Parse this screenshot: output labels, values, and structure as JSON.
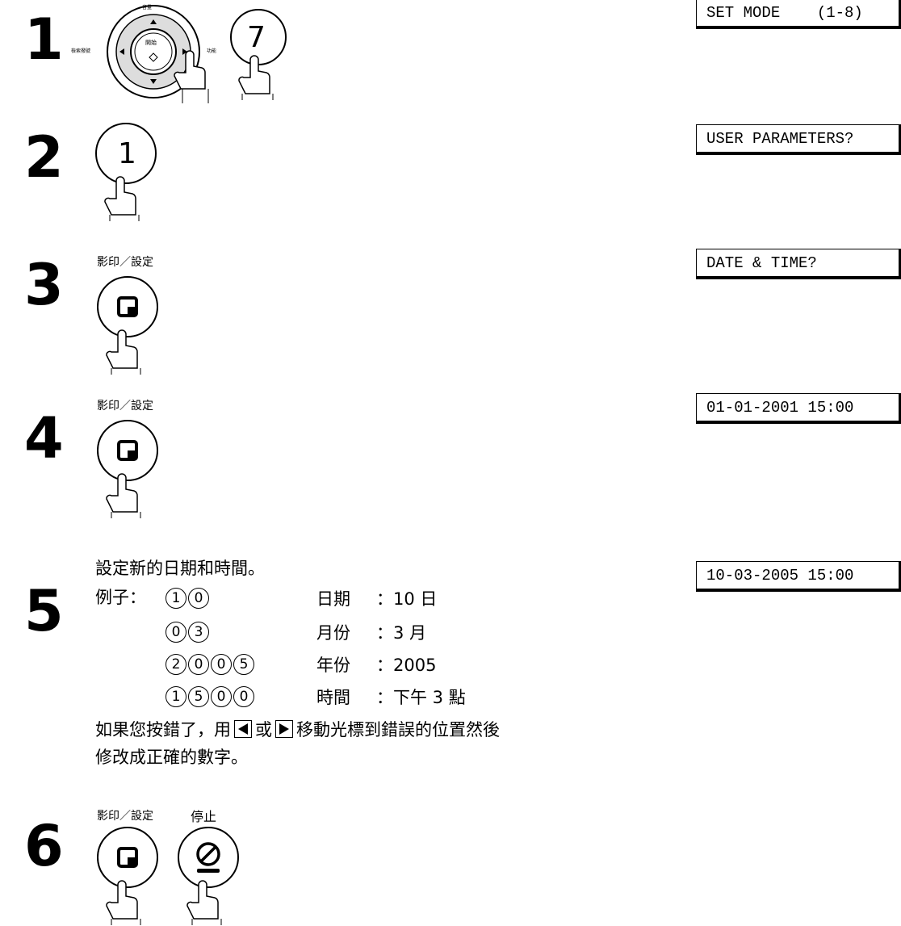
{
  "steps": [
    {
      "num": "1",
      "lcd": "SET MODE    (1-8)"
    },
    {
      "num": "2",
      "lcd": "USER PARAMETERS?"
    },
    {
      "num": "3",
      "lcd": "DATE & TIME?",
      "key_label": "影印／設定"
    },
    {
      "num": "4",
      "lcd": "01-01-2001 15:00",
      "key_label": "影印／設定"
    },
    {
      "num": "5",
      "lcd": "10-03-2005 15:00"
    },
    {
      "num": "6",
      "key_label_copy": "影印／設定",
      "key_label_stop": "停止"
    }
  ],
  "step1": {
    "key7": "7",
    "nav_start": "開始",
    "nav_top": "音量",
    "nav_left": "檢索撥號",
    "nav_right": "功能"
  },
  "step2": {
    "key1": "1"
  },
  "step5": {
    "intro": "設定新的日期和時間。",
    "example_label": "例子：",
    "rows": [
      {
        "keys": [
          "1",
          "0"
        ],
        "field": "日期",
        "value": "：10 日"
      },
      {
        "keys": [
          "0",
          "3"
        ],
        "field": "月份",
        "value": "：3 月"
      },
      {
        "keys": [
          "2",
          "0",
          "0",
          "5"
        ],
        "field": "年份",
        "value": "：2005"
      },
      {
        "keys": [
          "1",
          "5",
          "0",
          "0"
        ],
        "field": "時間",
        "value": "：下午 3 點"
      }
    ],
    "note_part1": "如果您按錯了，用",
    "note_or": "或",
    "note_part2": "移動光標到錯誤的位置然後",
    "note_line2": "修改成正確的數字。"
  }
}
